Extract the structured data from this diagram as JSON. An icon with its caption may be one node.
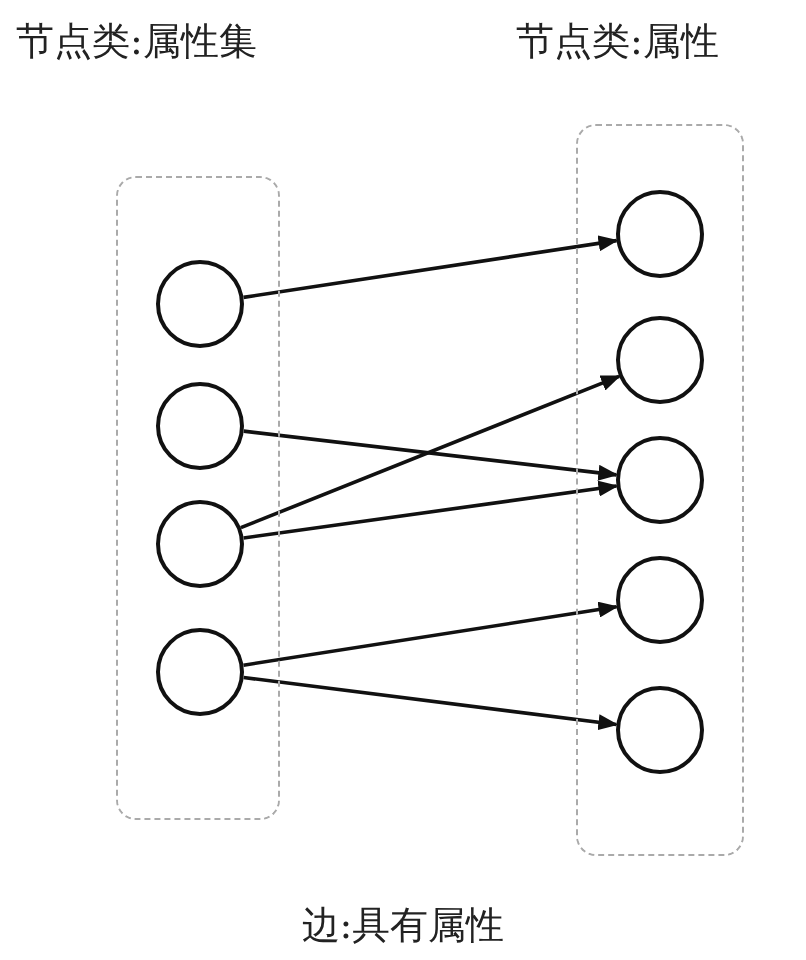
{
  "diagram": {
    "caption": "边:具有属性",
    "nodes": [
      {
        "text": [
          "节点类:属性集"
        ]
      },
      {
        "text": [],
        "shape": "circle",
        "in": 0
      },
      {
        "text": [],
        "shape": "circle",
        "in": 0
      },
      {
        "text": [],
        "shape": "circle",
        "in": 0
      },
      {
        "text": [],
        "shape": "circle",
        "in": 0
      },
      {
        "text": [
          "节点类:属性"
        ]
      },
      {
        "text": [],
        "shape": "circle",
        "in": 5
      },
      {
        "text": [],
        "shape": "circle",
        "in": 5
      },
      {
        "text": [],
        "shape": "circle",
        "in": 5
      },
      {
        "text": [],
        "shape": "circle",
        "in": 5
      },
      {
        "text": [],
        "shape": "circle",
        "in": 5
      }
    ],
    "edges": [
      {
        "from": 1,
        "to": 6,
        "arrow": "to"
      },
      {
        "from": 2,
        "to": 8,
        "arrow": "to"
      },
      {
        "from": 3,
        "to": 7,
        "arrow": "to"
      },
      {
        "from": 3,
        "to": 8,
        "arrow": "to"
      },
      {
        "from": 4,
        "to": 9,
        "arrow": "to"
      },
      {
        "from": 4,
        "to": 10,
        "arrow": "to"
      }
    ]
  }
}
